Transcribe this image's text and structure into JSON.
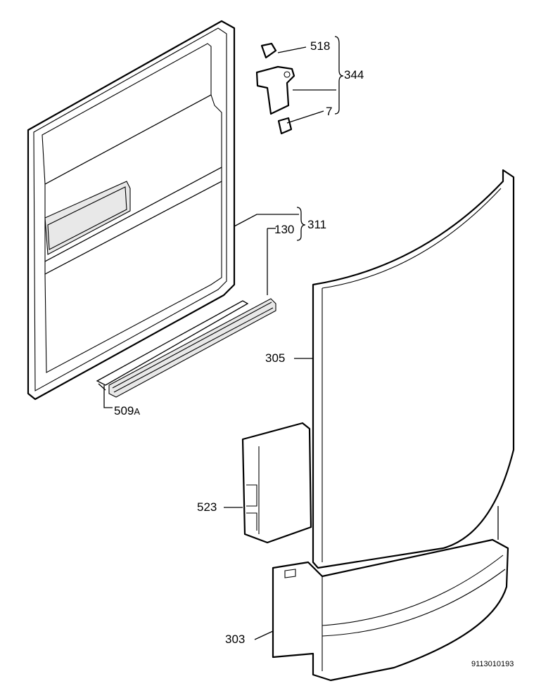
{
  "callouts": {
    "c518": "518",
    "c344": "344",
    "c7": "7",
    "c311": "311",
    "c130": "130",
    "c305": "305",
    "c509a": "509",
    "c509a_suffix": "A",
    "c523": "523",
    "c303": "303"
  },
  "drawing_number": "9113010193"
}
